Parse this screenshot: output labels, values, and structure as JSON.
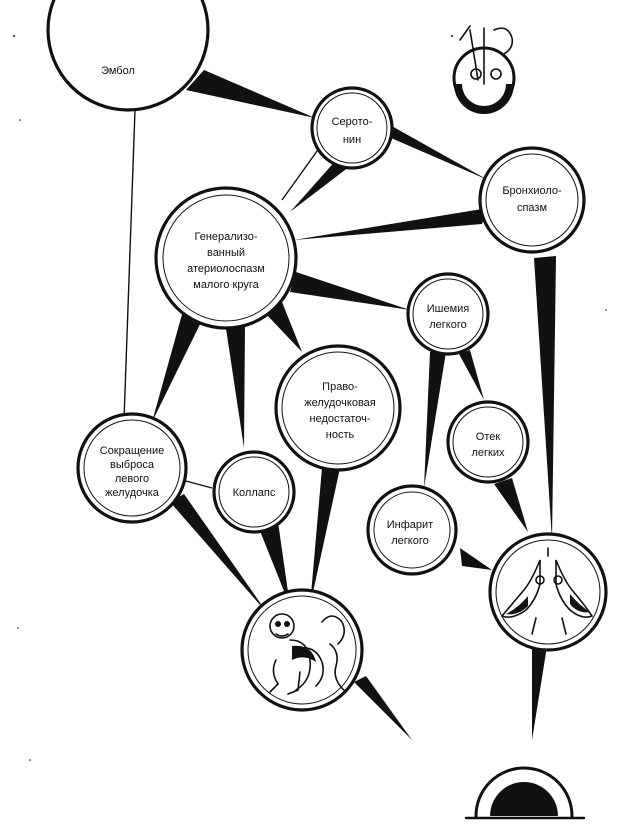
{
  "nodes": {
    "embol": {
      "label": [
        "Эмбол"
      ]
    },
    "serotonin": {
      "label": [
        "Серото-",
        "нин"
      ]
    },
    "bronchospasm": {
      "label": [
        "Бронхиоло-",
        "спазм"
      ]
    },
    "generalized": {
      "label": [
        "Генерализо-",
        "ванный",
        "атериолоспазм",
        "малого круга"
      ]
    },
    "ischemia": {
      "label": [
        "Ишемия",
        "легкого"
      ]
    },
    "right_failure": {
      "label": [
        "Право-",
        "желудочковая",
        "недостаточ-",
        "ность"
      ]
    },
    "edema": {
      "label": [
        "Отек",
        "легких"
      ]
    },
    "left_output": {
      "label": [
        "Сокращение",
        "выброса",
        "левого",
        "желудочка"
      ]
    },
    "collapse": {
      "label": [
        "Коллапс"
      ]
    },
    "infarct": {
      "label": [
        "Инфарит",
        "легкого"
      ]
    },
    "death": {
      "label": [],
      "icon": "skeleton-figure-icon"
    },
    "lungs": {
      "label": [],
      "icon": "lungs-figure-icon"
    },
    "emblem": {
      "label": [],
      "icon": "medical-emblem-icon"
    },
    "bottom_mark": {
      "label": [],
      "icon": "half-sun-icon"
    }
  }
}
